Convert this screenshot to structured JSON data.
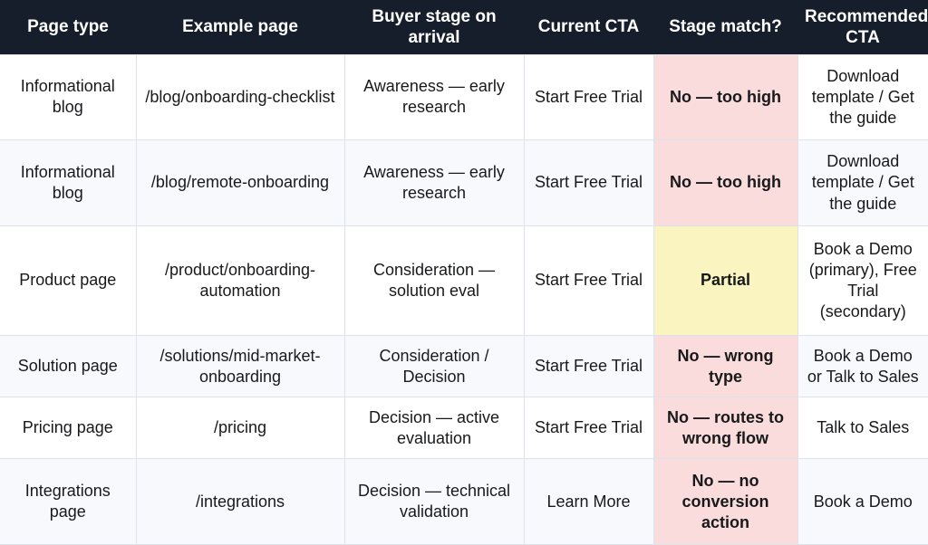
{
  "table": {
    "columns": [
      {
        "key": "page_type",
        "label": "Page type"
      },
      {
        "key": "example_page",
        "label": "Example page"
      },
      {
        "key": "buyer_stage",
        "label": "Buyer stage on arrival"
      },
      {
        "key": "current_cta",
        "label": "Current CTA"
      },
      {
        "key": "stage_match",
        "label": "Stage match?"
      },
      {
        "key": "recommended_cta",
        "label": "Recommended CTA"
      }
    ],
    "rows": [
      {
        "page_type": "Informational blog",
        "example_page": "/blog/onboarding-checklist",
        "buyer_stage": "Awareness — early research",
        "current_cta": "Start Free Trial",
        "stage_match": "No — too high",
        "stage_match_status": "no",
        "recommended_cta": "Download template / Get the guide"
      },
      {
        "page_type": "Informational blog",
        "example_page": "/blog/remote-onboarding",
        "buyer_stage": "Awareness — early research",
        "current_cta": "Start Free Trial",
        "stage_match": "No — too high",
        "stage_match_status": "no",
        "recommended_cta": "Download template / Get the guide"
      },
      {
        "page_type": "Product page",
        "example_page": "/product/onboarding-automation",
        "buyer_stage": "Consideration — solution eval",
        "current_cta": "Start Free Trial",
        "stage_match": "Partial",
        "stage_match_status": "partial",
        "recommended_cta": "Book a Demo (primary), Free Trial (secondary)"
      },
      {
        "page_type": "Solution page",
        "example_page": "/solutions/mid-market-onboarding",
        "buyer_stage": "Consideration / Decision",
        "current_cta": "Start Free Trial",
        "stage_match": "No — wrong type",
        "stage_match_status": "no",
        "recommended_cta": "Book a Demo or Talk to Sales"
      },
      {
        "page_type": "Pricing page",
        "example_page": "/pricing",
        "buyer_stage": "Decision — active evaluation",
        "current_cta": "Start Free Trial",
        "stage_match": "No — routes to wrong flow",
        "stage_match_status": "no",
        "recommended_cta": "Talk to Sales"
      },
      {
        "page_type": "Integrations page",
        "example_page": "/integrations",
        "buyer_stage": "Decision — technical validation",
        "current_cta": "Learn More",
        "stage_match": "No — no conversion action",
        "stage_match_status": "no",
        "recommended_cta": "Book a Demo"
      }
    ]
  },
  "colors": {
    "header_bg": "#161e2b",
    "header_text": "#ffffff",
    "row_alt_bg": "#f7f9fc",
    "row_plain_bg": "#ffffff",
    "grid_line": "#dde3ec",
    "status_no_bg": "#fadcdc",
    "status_no_text": "#8c2222",
    "status_partial_bg": "#faf4c0",
    "status_partial_text": "#7a5c17",
    "body_text": "#18191b"
  }
}
